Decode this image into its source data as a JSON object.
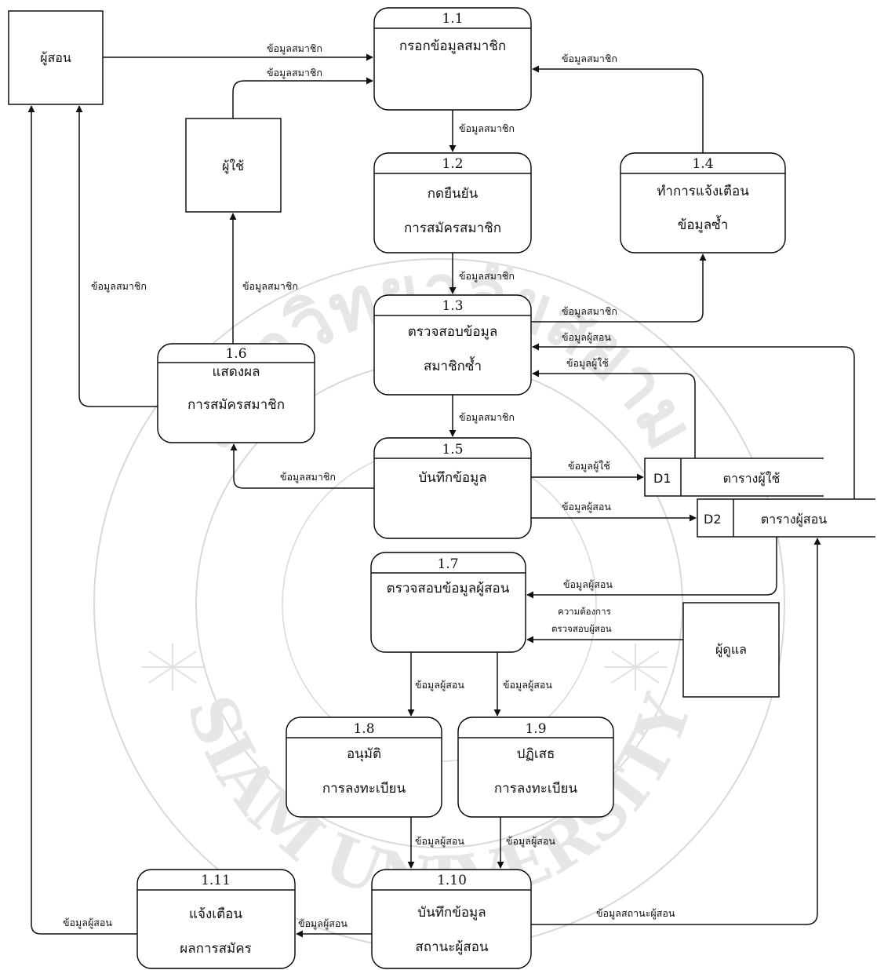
{
  "entities": {
    "tutor": "ผู้สอน",
    "user": "ผู้ใช้",
    "admin": "ผู้ดูแล"
  },
  "processes": {
    "p1_1": {
      "num": "1.1",
      "l1": "กรอกข้อมูลสมาชิก"
    },
    "p1_2": {
      "num": "1.2",
      "l1": "กดยืนยัน",
      "l2": "การสมัครสมาชิก"
    },
    "p1_3": {
      "num": "1.3",
      "l1": "ตรวจสอบข้อมูล",
      "l2": "สมาชิกซ้ำ"
    },
    "p1_4": {
      "num": "1.4",
      "l1": "ทำการแจ้งเตือน",
      "l2": "ข้อมูลซ้ำ"
    },
    "p1_5": {
      "num": "1.5",
      "l1": "บันทึกข้อมูล"
    },
    "p1_6": {
      "num": "1.6",
      "l1": "แสดงผล",
      "l2": "การสมัครสมาชิก"
    },
    "p1_7": {
      "num": "1.7",
      "l1": "ตรวจสอบข้อมูลผู้สอน"
    },
    "p1_8": {
      "num": "1.8",
      "l1": "อนุมัติ",
      "l2": "การลงทะเบียน"
    },
    "p1_9": {
      "num": "1.9",
      "l1": "ปฏิเสธ",
      "l2": "การลงทะเบียน"
    },
    "p1_10": {
      "num": "1.10",
      "l1": "บันทึกข้อมูล",
      "l2": "สถานะผู้สอน"
    },
    "p1_11": {
      "num": "1.11",
      "l1": "แจ้งเตือน",
      "l2": "ผลการสมัคร"
    }
  },
  "stores": {
    "d1": {
      "id": "D1",
      "name": "ตารางผู้ใช้"
    },
    "d2": {
      "id": "D2",
      "name": "ตารางผู้สอน"
    }
  },
  "flows": {
    "tutor_to_1_1": "ข้อมูลสมาชิก",
    "user_to_1_1": "ข้อมูลสมาชิก",
    "p1_4_to_1_1": "ข้อมูลสมาชิก",
    "p1_1_to_1_2": "ข้อมูลสมาชิก",
    "p1_2_to_1_3": "ข้อมูลสมาชิก",
    "p1_3_to_1_4": "ข้อมูลสมาชิก",
    "d2_to_1_3": "ข้อมูลผู้สอน",
    "d1_to_1_3": "ข้อมูลผู้ใช้",
    "p1_3_to_1_5": "ข้อมูลสมาชิก",
    "p1_5_to_d1": "ข้อมูลผู้ใช้",
    "p1_5_to_d2": "ข้อมูลผู้สอน",
    "p1_5_to_1_6": "ข้อมูลสมาชิก",
    "p1_6_to_user": "ข้อมูลสมาชิก",
    "p1_6_to_tutor": "ข้อมูลสมาชิก",
    "d2_to_1_7": "ข้อมูลผู้สอน",
    "admin_to_1_7_l1": "ความต้องการ",
    "admin_to_1_7_l2": "ตรวจสอบผู้สอน",
    "p1_7_to_1_8": "ข้อมูลผู้สอน",
    "p1_7_to_1_9": "ข้อมูลผู้สอน",
    "p1_8_to_1_10": "ข้อมูลผู้สอน",
    "p1_9_to_1_10": "ข้อมูลผู้สอน",
    "p1_10_to_1_11": "ข้อมูลผู้สอน",
    "p1_10_to_d2": "ข้อมูลสถานะผู้สอน",
    "p1_11_to_tutor": "ข้อมูลผู้สอน"
  },
  "watermark": {
    "top": "มหาวิทยาลัยสยาม",
    "bottom": "SIAM UNIVERSITY"
  }
}
